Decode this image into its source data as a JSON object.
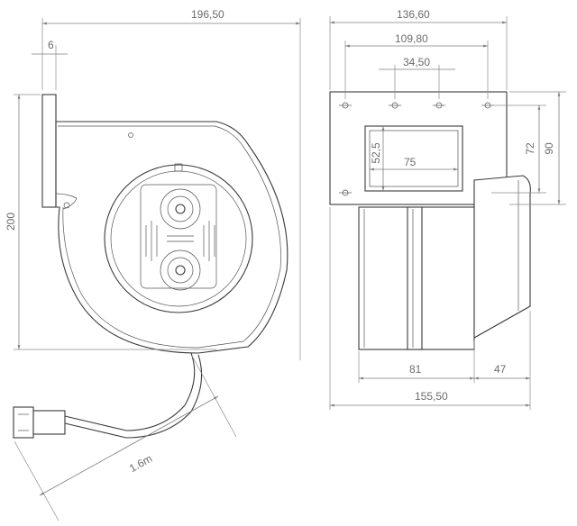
{
  "dimensions": {
    "overall_width_left": "196,50",
    "flange_thickness": "6",
    "height_left": "200",
    "cable_length": "1.6m",
    "width_top_right": "136,60",
    "hole_spacing_outer": "109,80",
    "hole_spacing_inner": "34,50",
    "opening_height": "52,5",
    "opening_width": "75",
    "hole_spacing_vertical": "72",
    "flange_height": "90",
    "body_width": "81",
    "motor_width": "47",
    "overall_width_right": "155,50"
  },
  "colors": {
    "dimension": "#7f7f7f",
    "outline": "#3a3a3a",
    "background": "#ffffff"
  }
}
